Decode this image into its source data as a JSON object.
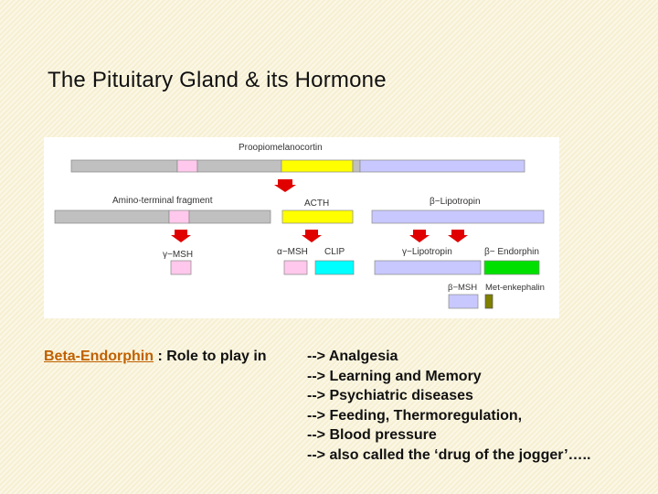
{
  "title": "The Pituitary Gland & its Hormone",
  "diagram": {
    "precursor_label": "Proopiomelanocortin",
    "amino_fragment_label": "Amino-terminal fragment",
    "acth_label": "ACTH",
    "beta_lipotropin_label": "β−Lipotropin",
    "gamma_msh_label": "γ−MSH",
    "alpha_msh_label": "α−MSH",
    "clip_label": "CLIP",
    "gamma_lipotropin_label": "γ−Lipotropin",
    "beta_endorphin_label": "β− Endorphin",
    "beta_msh_label": "β−MSH",
    "met_enkephalin_label": "Met-enkephalin",
    "colors": {
      "gray": "#c0c0c0",
      "pink": "#ffc8ec",
      "yellow": "#ffff00",
      "lavender": "#c8c8ff",
      "cyan": "#00ffff",
      "green": "#00e000",
      "olive": "#808000",
      "arrow": "#e00000"
    }
  },
  "body": {
    "link_text": "Beta-Endorphin",
    "lead_text": " : Role to play in",
    "roles": [
      "--> Analgesia",
      "--> Learning and Memory",
      "--> Psychiatric diseases",
      "--> Feeding, Thermoregulation,",
      "--> Blood pressure",
      "--> also called the ‘drug of the jogger’….."
    ]
  }
}
